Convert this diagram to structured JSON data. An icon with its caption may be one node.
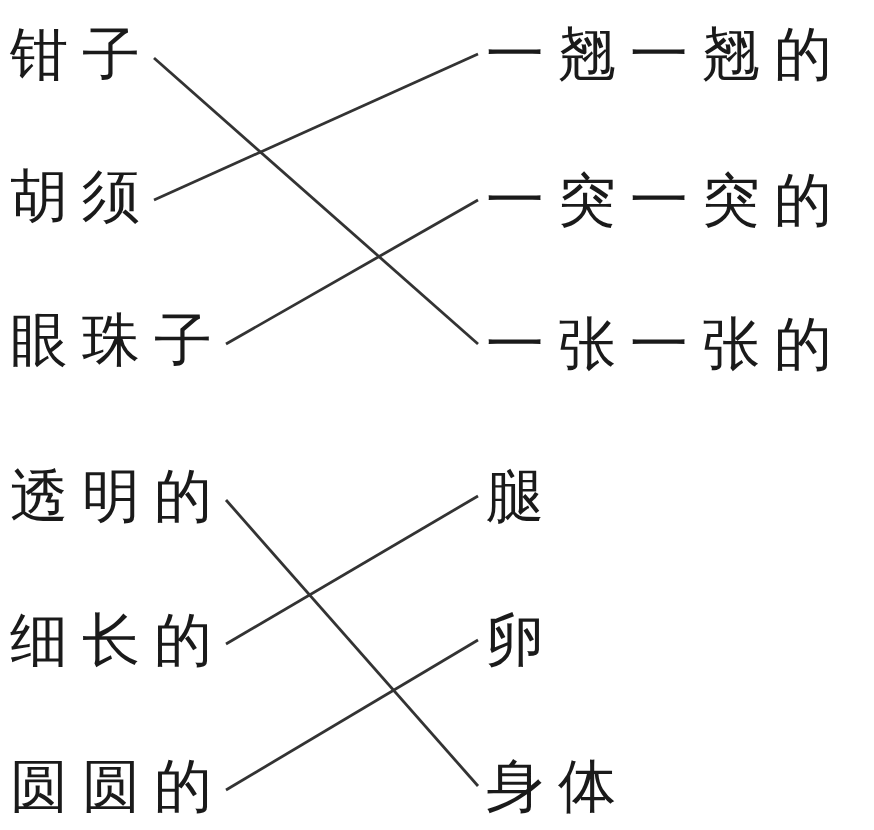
{
  "diagram": {
    "nodes": [
      {
        "text": [
          "钳子"
        ]
      },
      {
        "text": [
          "胡须"
        ]
      },
      {
        "text": [
          "眼珠子"
        ]
      },
      {
        "text": [
          "透明的"
        ]
      },
      {
        "text": [
          "细长的"
        ]
      },
      {
        "text": [
          "圆圆的"
        ]
      },
      {
        "text": [
          "一翘一翘的"
        ]
      },
      {
        "text": [
          "一突一突的"
        ]
      },
      {
        "text": [
          "一张一张的"
        ]
      },
      {
        "text": [
          "腿"
        ]
      },
      {
        "text": [
          "卵"
        ]
      },
      {
        "text": [
          "身体"
        ]
      }
    ],
    "edges": [
      {
        "from": 0,
        "to": 8,
        "arrow": "none"
      },
      {
        "from": 1,
        "to": 6,
        "arrow": "none"
      },
      {
        "from": 2,
        "to": 7,
        "arrow": "none"
      },
      {
        "from": 3,
        "to": 11,
        "arrow": "none"
      },
      {
        "from": 4,
        "to": 9,
        "arrow": "none"
      },
      {
        "from": 5,
        "to": 10,
        "arrow": "none"
      }
    ]
  }
}
